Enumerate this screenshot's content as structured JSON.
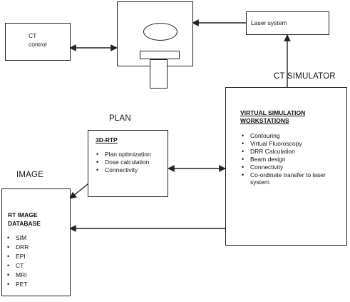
{
  "ct_control": {
    "line1": "CT",
    "line2": "control"
  },
  "laser": {
    "label": "Laser system"
  },
  "ct_simulator": {
    "label": "CT SIMULATOR"
  },
  "plan": {
    "section": "PLAN",
    "heading": "3D-RTP",
    "items": [
      "Plan optimization",
      "Dose calculation",
      "Connectivity"
    ]
  },
  "image": {
    "section": "IMAGE",
    "heading_line1": "RT IMAGE",
    "heading_line2": "DATABASE",
    "items": [
      "SIM",
      "DRR",
      "EPI",
      "CT",
      "MRI",
      "PET"
    ]
  },
  "workstation": {
    "heading_line1": "VIRTUAL SIMULATION",
    "heading_line2": "WORKSTATIONS",
    "items": [
      "Contouring",
      "Virtual Fluoroscopy",
      "DRR Calculation",
      "Beam design",
      "Connectivity",
      "Co-ordinate transfer to laser system"
    ]
  }
}
